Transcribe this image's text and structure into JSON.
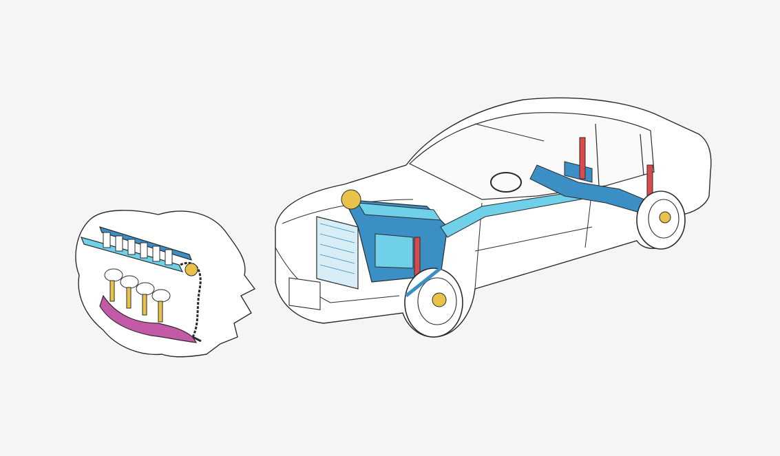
{
  "colors": {
    "background": "#f5f5f5",
    "line": "#2a2a2a",
    "engine_blue": "#3b8fc4",
    "engine_cyan": "#6fd0e8",
    "shock_red": "#d94a4a",
    "yellow": "#e8c24a",
    "magenta": "#c25aa8",
    "glass": "#fafafa"
  },
  "icons": {
    "car": "cutaway-car-illustration",
    "engine": "inline-six-engine-cutaway",
    "bubble": "detail-callout-bubble"
  }
}
